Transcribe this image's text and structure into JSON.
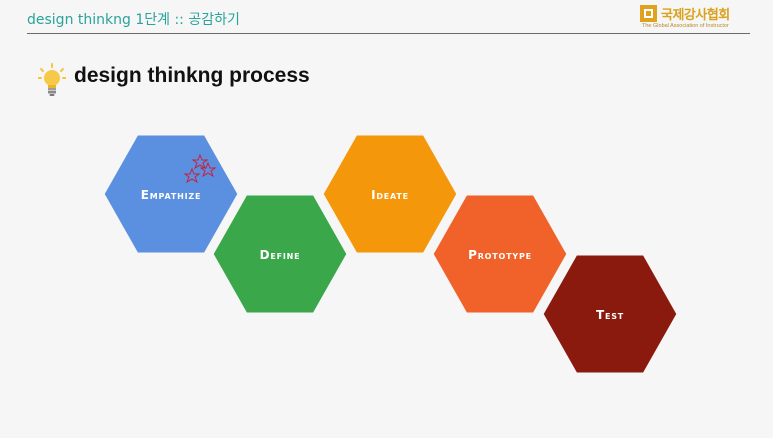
{
  "header": {
    "title": "design thinkng 1단계 :: 공감하기",
    "logo_name": "국제강사협회",
    "logo_subtitle": "The Global Association of Instructor"
  },
  "section": {
    "title": "design thinkng process",
    "icon": "lightbulb-icon"
  },
  "stages": [
    {
      "label": "Empathize",
      "color": "#5b8fe0"
    },
    {
      "label": "Define",
      "color": "#3aa84a"
    },
    {
      "label": "Ideate",
      "color": "#f5970a"
    },
    {
      "label": "Prototype",
      "color": "#f0622a"
    },
    {
      "label": "Test",
      "color": "#8b1a0e"
    }
  ],
  "annotation": {
    "icon": "star-doodle-icon",
    "color": "#c8203a"
  }
}
